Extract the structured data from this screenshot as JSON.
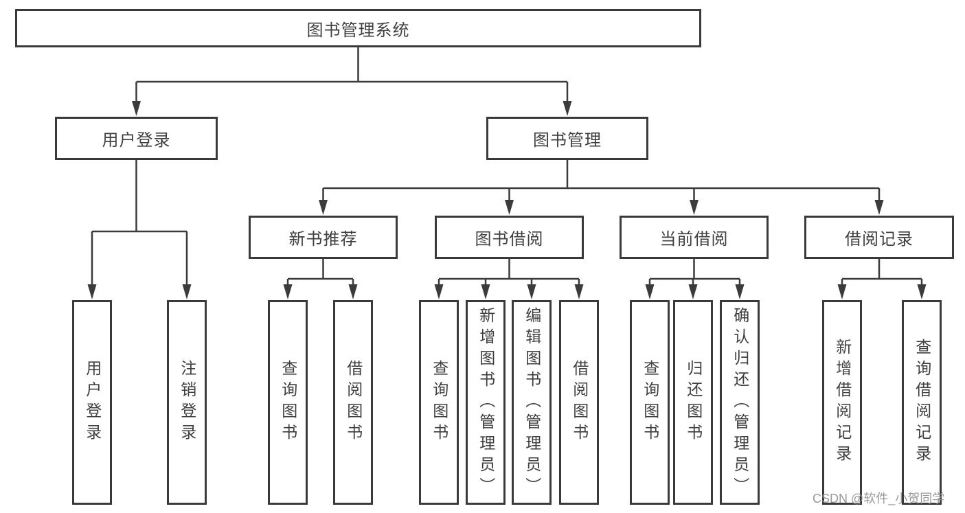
{
  "tree": {
    "root": {
      "label": "图书管理系统"
    },
    "branches": [
      {
        "label": "用户登录",
        "children": [
          {
            "label": "用户登录"
          },
          {
            "label": "注销登录"
          }
        ]
      },
      {
        "label": "图书管理",
        "children": [
          {
            "label": "新书推荐",
            "children": [
              {
                "label": "查询图书"
              },
              {
                "label": "借阅图书"
              }
            ]
          },
          {
            "label": "图书借阅",
            "children": [
              {
                "label": "查询图书"
              },
              {
                "label": "新增图书（管理员）"
              },
              {
                "label": "编辑图书（管理员）"
              },
              {
                "label": "借阅图书"
              }
            ]
          },
          {
            "label": "当前借阅",
            "children": [
              {
                "label": "查询图书"
              },
              {
                "label": "归还图书"
              },
              {
                "label": "确认归还（管理员）"
              }
            ]
          },
          {
            "label": "借阅记录",
            "children": [
              {
                "label": "新增借阅记录"
              },
              {
                "label": "查询借阅记录"
              }
            ]
          }
        ]
      }
    ]
  },
  "watermark": {
    "label": "CSDN @软件_小贺同学"
  },
  "colors": {
    "line": "#3b3b3b",
    "border": "#3a3a3a",
    "text": "#3f3f3f",
    "watermark": "#949494",
    "background": "#ffffff"
  }
}
